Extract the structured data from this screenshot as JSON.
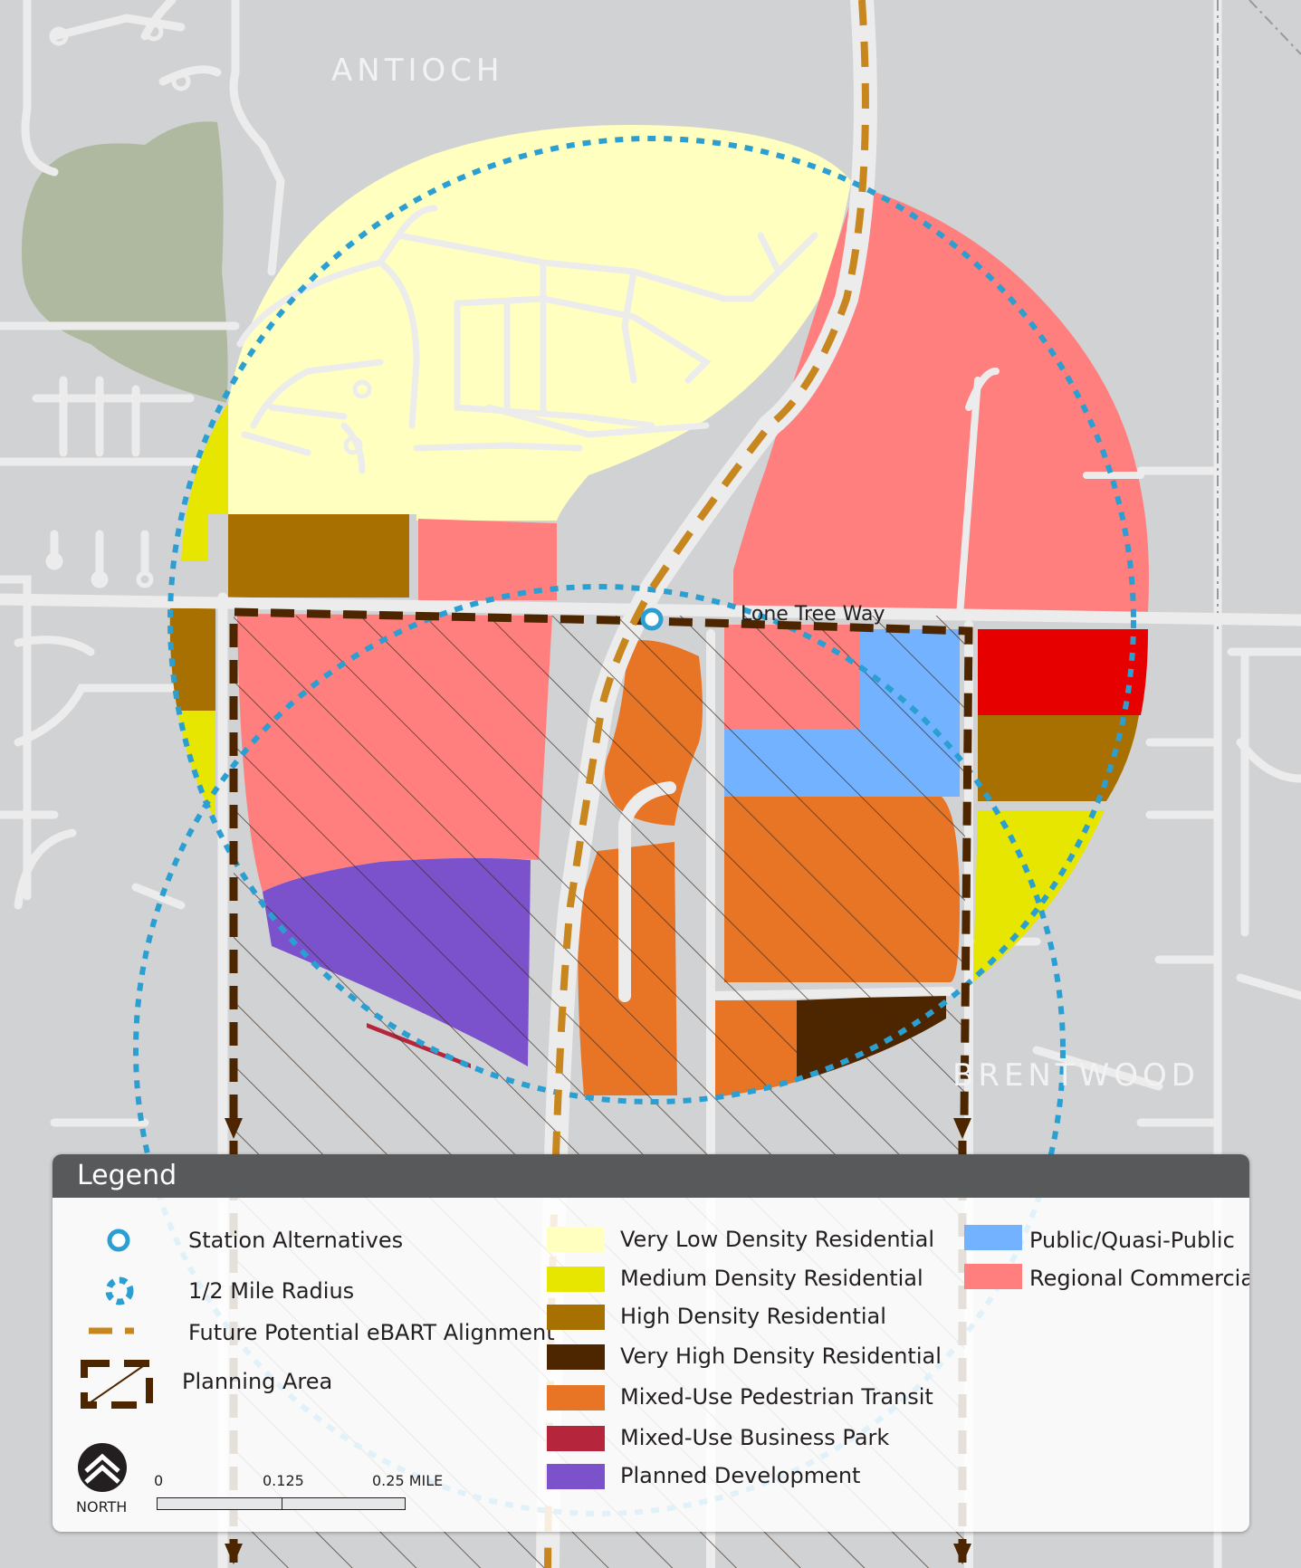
{
  "places": {
    "antioch": "ANTIOCH",
    "brentwood": "BRENTWOOD"
  },
  "street_label": "Lone Tree Way",
  "legend": {
    "title": "Legend",
    "symbols": [
      {
        "label": "Station Alternatives",
        "icon": "station-circle-icon"
      },
      {
        "label": "1/2 Mile Radius",
        "icon": "dotted-radius-icon"
      },
      {
        "label": "Future Potential eBART Alignment",
        "icon": "dashed-alignment-icon"
      },
      {
        "label": "Planning Area",
        "icon": "hatched-box-icon"
      }
    ],
    "land_uses": [
      {
        "label": "Very Low Density Residential",
        "color": "#ffffbf"
      },
      {
        "label": "Medium Density Residential",
        "color": "#e6e600"
      },
      {
        "label": "High Density Residential",
        "color": "#a87000"
      },
      {
        "label": "Very High Density Residential",
        "color": "#4d2600"
      },
      {
        "label": "Mixed-Use Pedestrian Transit",
        "color": "#e87426"
      },
      {
        "label": "Mixed-Use Business Park",
        "color": "#b5253b"
      },
      {
        "label": "Planned Development",
        "color": "#7b52cc"
      },
      {
        "label": "Public/Quasi-Public",
        "color": "#73b2ff"
      },
      {
        "label": "Regional Commercial",
        "color": "#ff7f7f"
      }
    ]
  },
  "north_label": "NORTH",
  "scale": {
    "ticks": [
      "0",
      "0.125",
      "0.25 MILE"
    ]
  },
  "colors": {
    "background": "#d1d2d4",
    "road": "#ececec",
    "park": "#afb99f",
    "radius": "#2b9fd1",
    "alignment": "#c8861e",
    "planning_area": "#4d2600",
    "mixed_use_retail": "#e60000"
  }
}
